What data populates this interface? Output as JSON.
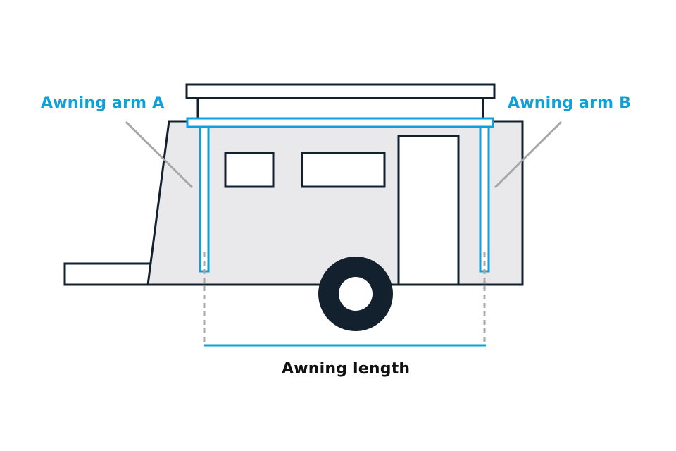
{
  "labels": {
    "arm_a": "Awning arm A",
    "arm_b": "Awning arm B",
    "length": "Awning length"
  },
  "colors": {
    "outline": "#13202e",
    "accent": "#0ea0d8",
    "body_fill": "#e9e9eb",
    "pointer": "#a8a8a8",
    "background": "#ffffff"
  }
}
